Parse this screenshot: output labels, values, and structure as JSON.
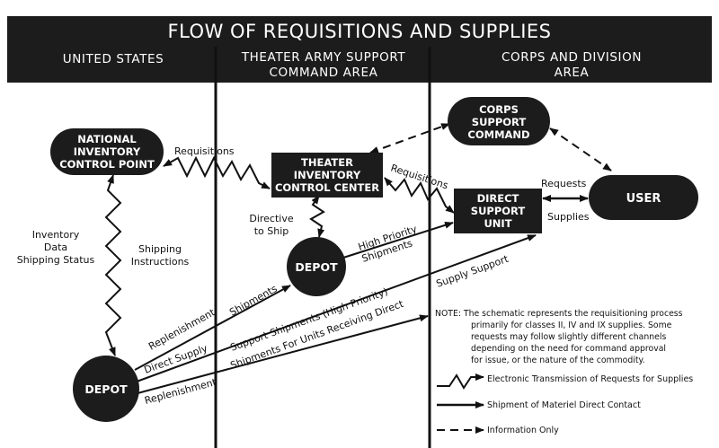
{
  "header": {
    "title": "FLOW OF REQUISITIONS AND SUPPLIES",
    "col_us": "UNITED STATES",
    "col_theater_1": "THEATER ARMY SUPPORT",
    "col_theater_2": "COMMAND AREA",
    "col_corps_1": "CORPS AND DIVISION",
    "col_corps_2": "AREA"
  },
  "nodes": {
    "nicp_1": "NATIONAL",
    "nicp_2": "INVENTORY",
    "nicp_3": "CONTROL POINT",
    "ticc_1": "THEATER",
    "ticc_2": "INVENTORY",
    "ticc_3": "CONTROL CENTER",
    "corps_1": "CORPS",
    "corps_2": "SUPPORT",
    "corps_3": "COMMAND",
    "dsu_1": "DIRECT",
    "dsu_2": "SUPPORT",
    "dsu_3": "UNIT",
    "user": "USER",
    "depot_theater": "DEPOT",
    "depot_us": "DEPOT"
  },
  "labels": {
    "requisitions_1": "Requisitions",
    "requisitions_2": "Requisitions",
    "requests": "Requests",
    "supplies": "Supplies",
    "directive_1": "Directive",
    "directive_2": "to Ship",
    "inventory_1": "Inventory",
    "inventory_2": "Data",
    "inventory_3": "Shipping Status",
    "shipping_1": "Shipping",
    "shipping_2": "Instructions",
    "high_priority_1": "High Priority",
    "high_priority_2": "Shipments",
    "replenishment_1": "Replenishment",
    "shipments": "Shipments",
    "support_shipments": "Support Shipments (High Priority)",
    "shipments_units": "Shipments For Units Receiving Direct",
    "supply_support": "Supply Support",
    "direct_supply": "Direct Supply",
    "replenishment_2": "Replenishment"
  },
  "note": {
    "line1": "NOTE:  The schematic represents the requisitioning process",
    "line2": "primarily for classes II, IV and IX supplies.  Some",
    "line3": "requests may follow slightly different channels",
    "line4": "depending on the need for command approval",
    "line5": "for issue, or the nature of the commodity."
  },
  "legend": {
    "electronic": "Electronic Transmission of Requests for Supplies",
    "shipment": "Shipment of Materiel Direct Contact",
    "information": "Information Only"
  }
}
